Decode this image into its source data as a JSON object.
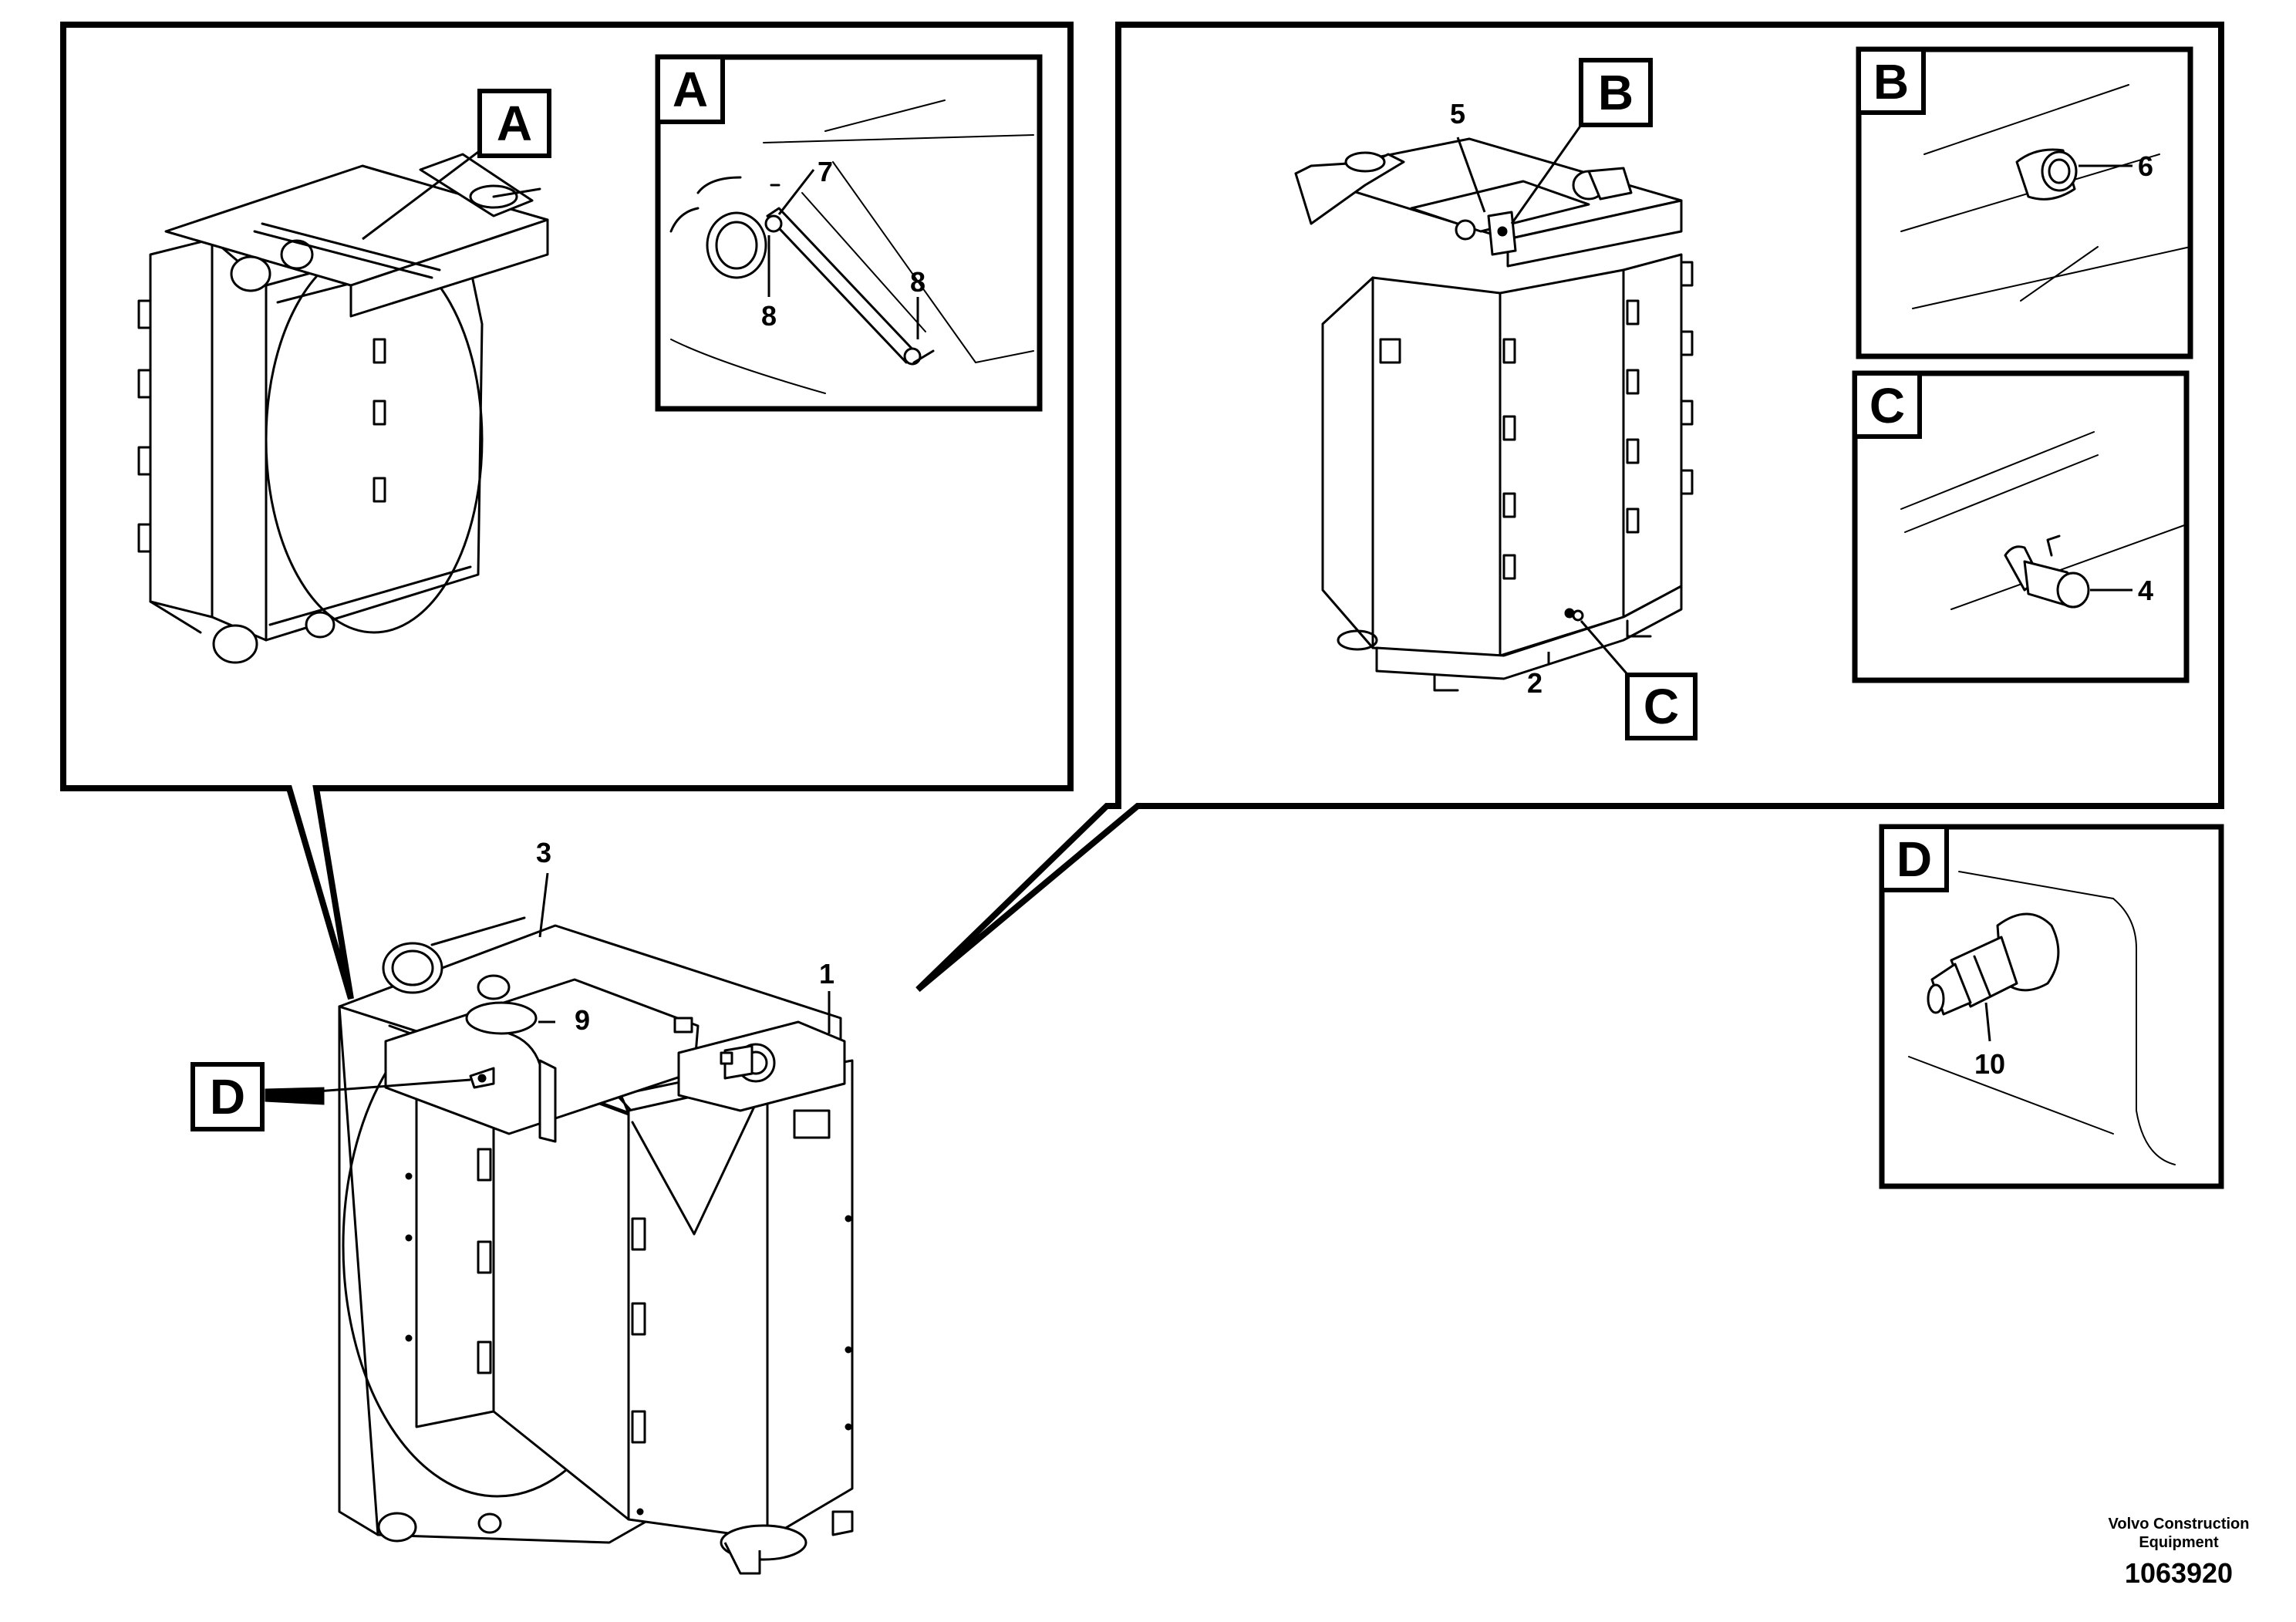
{
  "callouts": {
    "A": "A",
    "B": "B",
    "C": "C",
    "D": "D"
  },
  "part_numbers": {
    "p1": "1",
    "p2": "2",
    "p3": "3",
    "p4": "4",
    "p5": "5",
    "p6": "6",
    "p7": "7",
    "p8a": "8",
    "p8b": "8",
    "p9": "9",
    "p10": "10"
  },
  "footer": {
    "company_line1": "Volvo Construction",
    "company_line2": "Equipment",
    "drawing_number": "1063920"
  }
}
